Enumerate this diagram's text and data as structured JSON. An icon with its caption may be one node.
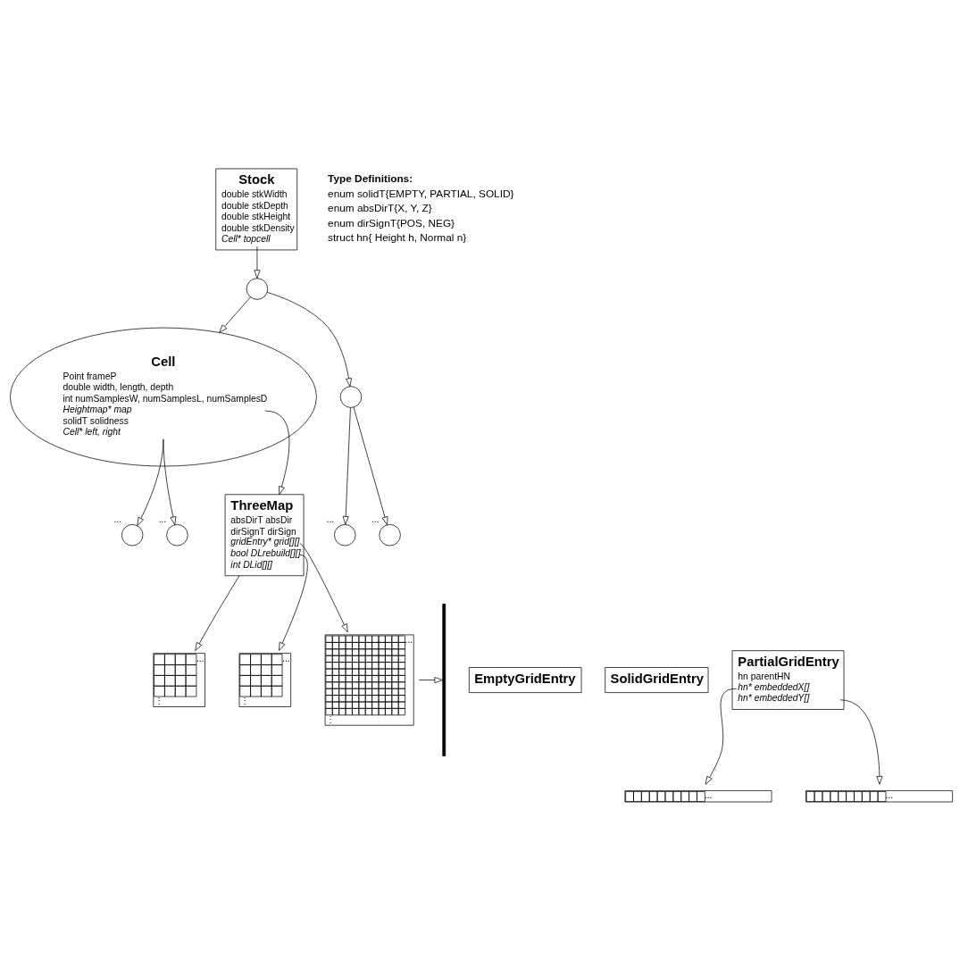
{
  "diagram": {
    "nodes": [
      {
        "text": [
          "Stock",
          "double stkWidth",
          "double stkDepth",
          "double stkHeight",
          "double stkDensity",
          "Cell* topcell"
        ]
      },
      {
        "text": [],
        "shape": "circle"
      },
      {
        "text": [
          "Cell",
          "Point frameP",
          "double width, length, depth",
          "int numSamplesW, numSamplesL, numSamplesD",
          "Heightmap* map",
          "solidT solidness",
          "Cell* left, right"
        ]
      },
      {
        "text": [],
        "shape": "circle"
      },
      {
        "text": [],
        "shape": "circle",
        "beside": [
          "..."
        ]
      },
      {
        "text": [],
        "shape": "circle",
        "beside": [
          "..."
        ]
      },
      {
        "text": [],
        "shape": "circle",
        "beside": [
          "..."
        ]
      },
      {
        "text": [],
        "shape": "circle",
        "beside": [
          "..."
        ]
      },
      {
        "text": [
          "ThreeMap",
          "absDirT absDir",
          "dirSignT dirSign",
          "gridEntry* grid[][]",
          "bool DLrebuild[][]",
          "int DLid[][]"
        ]
      },
      {
        "text": [
          "...",
          "⋮"
        ]
      },
      {
        "text": [
          "...",
          "⋮"
        ]
      },
      {
        "text": [
          "...",
          "⋮"
        ]
      },
      {
        "text": [
          "EmptyGridEntry"
        ]
      },
      {
        "text": [
          "SolidGridEntry"
        ]
      },
      {
        "text": [
          "PartialGridEntry",
          "hn parentHN",
          "hn* embeddedX[]",
          "hn* embeddedY[]"
        ]
      },
      {
        "text": [],
        "shape": "brace"
      },
      {
        "text": [
          "..."
        ]
      },
      {
        "text": [
          "..."
        ]
      }
    ],
    "edges": [
      {
        "from": 0,
        "to": 1,
        "arrow": "to"
      },
      {
        "from": 1,
        "to": 2,
        "arrow": "to"
      },
      {
        "from": 1,
        "to": 3,
        "arrow": "to"
      },
      {
        "from": 3,
        "to": 4,
        "arrow": "to"
      },
      {
        "from": 3,
        "to": 5,
        "arrow": "to"
      },
      {
        "from": 2,
        "to": 6,
        "arrow": "to"
      },
      {
        "from": 2,
        "to": 7,
        "arrow": "to"
      },
      {
        "from": 2,
        "to": 8,
        "arrow": "to"
      },
      {
        "from": 8,
        "to": 11,
        "arrow": "to"
      },
      {
        "from": 8,
        "to": 9,
        "arrow": "to"
      },
      {
        "from": 8,
        "to": 10,
        "arrow": "to"
      },
      {
        "from": 11,
        "to": 15,
        "arrow": "to"
      },
      {
        "from": 14,
        "to": 16,
        "arrow": "to"
      },
      {
        "from": 14,
        "to": 17,
        "arrow": "to"
      }
    ],
    "labels": [
      "Type Definitions:",
      "enum solidT{EMPTY, PARTIAL, SOLID}",
      "enum absDirT{X, Y, Z}",
      "enum dirSignT{POS, NEG}",
      "struct hn{ Height h, Normal n}"
    ]
  }
}
